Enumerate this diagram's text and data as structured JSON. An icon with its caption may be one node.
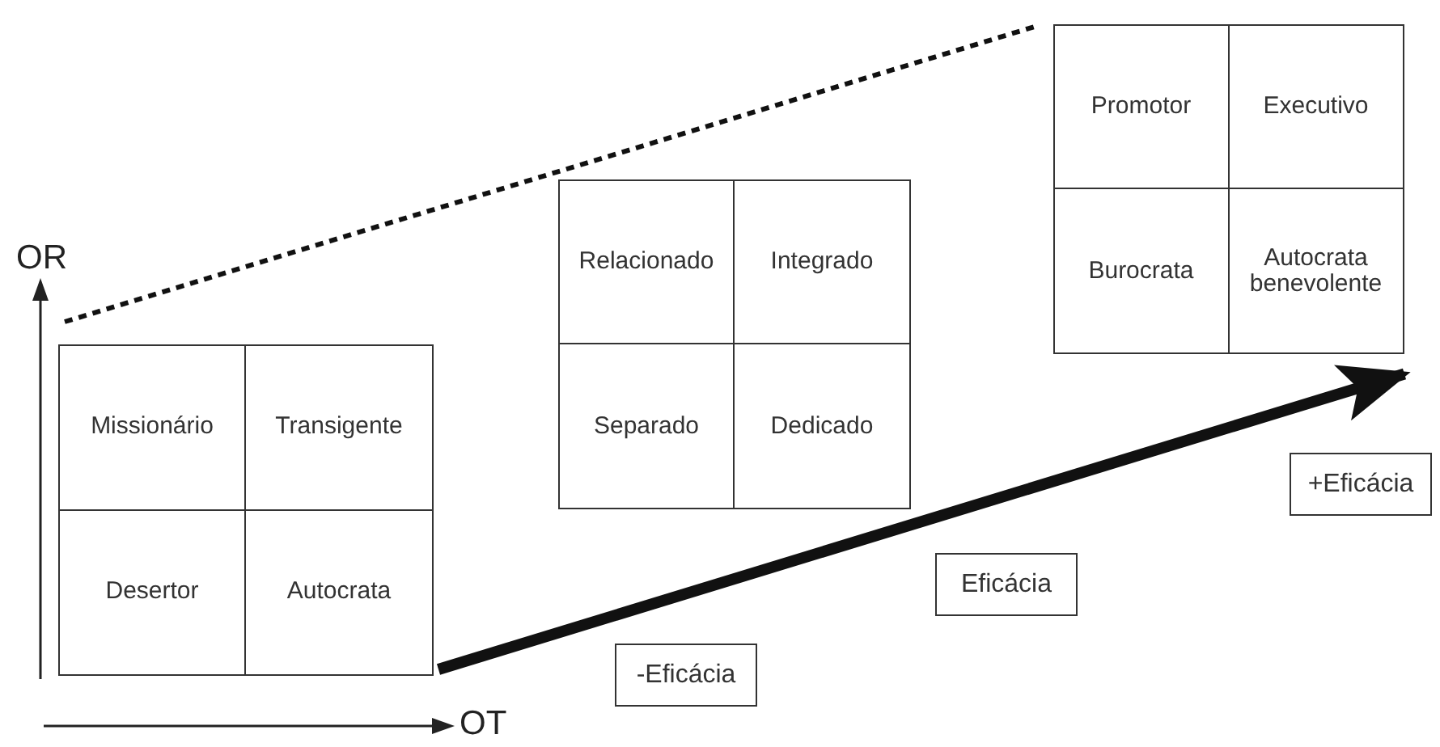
{
  "diagram": {
    "nodes": [
      {
        "text": [],
        "shape": "box"
      },
      {
        "text": [
          "Missionário"
        ],
        "in": 0
      },
      {
        "text": [
          "Transigente"
        ],
        "in": 0
      },
      {
        "text": [
          "Desertor"
        ],
        "in": 0
      },
      {
        "text": [
          "Autocrata"
        ],
        "in": 0
      },
      {
        "text": [],
        "shape": "box"
      },
      {
        "text": [
          "Relacionado"
        ],
        "in": 5
      },
      {
        "text": [
          "Integrado"
        ],
        "in": 5
      },
      {
        "text": [
          "Separado"
        ],
        "in": 5
      },
      {
        "text": [
          "Dedicado"
        ],
        "in": 5
      },
      {
        "text": [],
        "shape": "box"
      },
      {
        "text": [
          "Promotor"
        ],
        "in": 10
      },
      {
        "text": [
          "Executivo"
        ],
        "in": 10
      },
      {
        "text": [
          "Burocrata"
        ],
        "in": 10
      },
      {
        "text": [
          "Autocrata benevolente"
        ],
        "in": 10
      },
      {
        "text": [
          "-Eficácia"
        ]
      },
      {
        "text": [
          "Eficácia"
        ]
      },
      {
        "text": [
          "+Eficácia"
        ]
      }
    ],
    "edges": [
      {
        "from": 0,
        "to": 10,
        "arrow": "none",
        "style": "dashed"
      },
      {
        "from": 0,
        "to": 10,
        "arrow": "to",
        "style": "thick"
      }
    ],
    "labels": [
      "OR",
      "OT"
    ]
  }
}
